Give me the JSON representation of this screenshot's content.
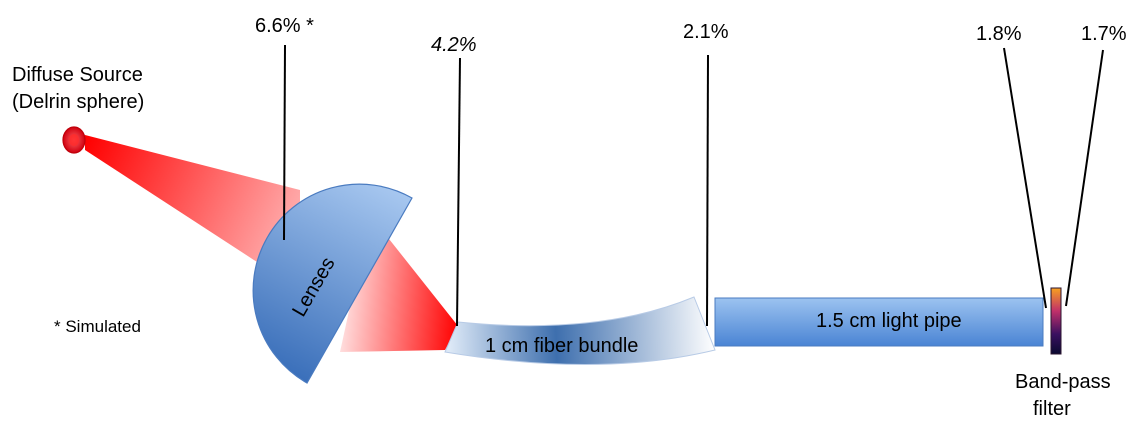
{
  "source": {
    "line1": "Diffuse Source",
    "line2": "(Delrin sphere)"
  },
  "efficiencies": {
    "after_lenses": "6.6% *",
    "lens_focus": "4.2%",
    "after_fiber": "2.1%",
    "after_pipe": "1.8%",
    "after_filter": "1.7%"
  },
  "components": {
    "lenses": "Lenses",
    "fiber": "1 cm fiber bundle",
    "pipe": "1.5 cm light pipe",
    "filter_line1": "Band-pass",
    "filter_line2": "filter"
  },
  "footnote": "* Simulated",
  "colors": {
    "beam": "#ff0000",
    "lens_light": "#a8c8f0",
    "lens_dark": "#3a6fba",
    "pipe_light": "#9cc3f0",
    "pipe_dark": "#4a84d4",
    "fiber_dark": "#3e6fae",
    "source": "#e8101a"
  }
}
